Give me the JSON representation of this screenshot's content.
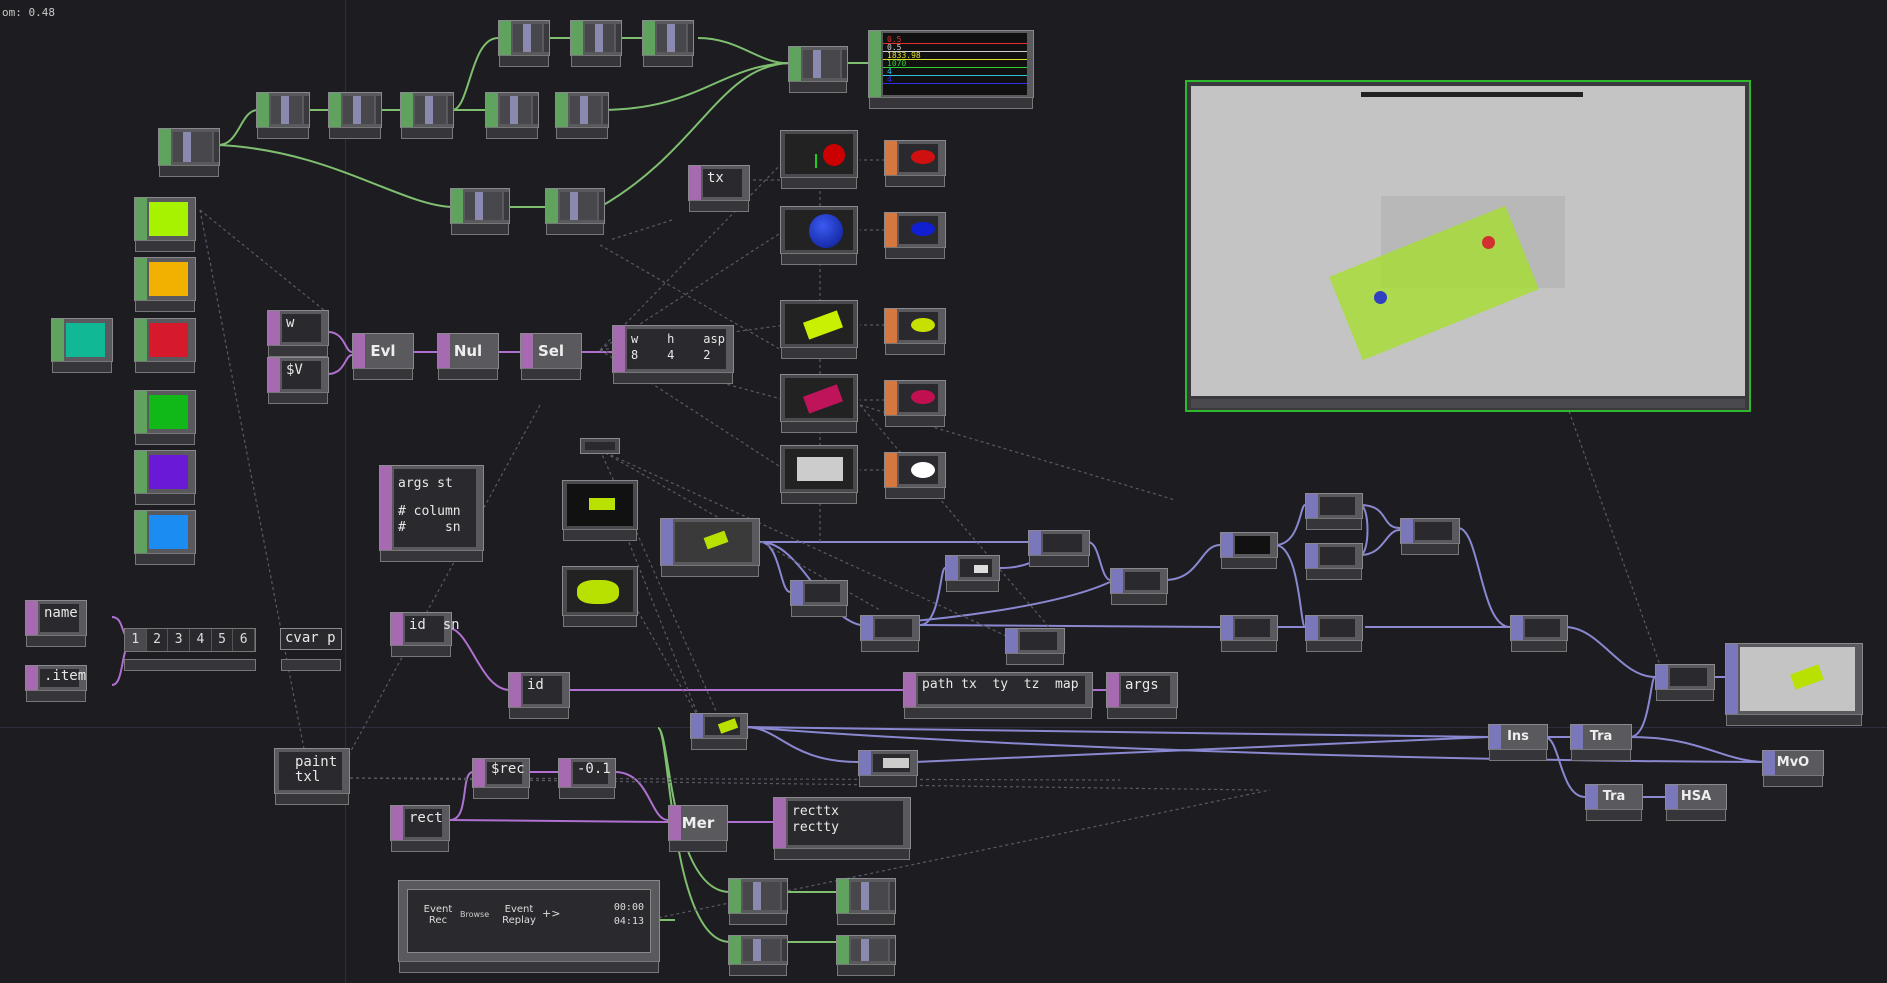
{
  "zoom_text": "om: 0.48",
  "texts": {
    "tx_label": "tx",
    "w_label": "w",
    "v_label": "$V",
    "evl": "Evl",
    "nul": "Nul",
    "sel": "Sel",
    "w_h_asp": "w    h    asp",
    "w_h_vals": "8    4    2",
    "args_st": "args st",
    "column": "# column",
    "sn": "#     sn",
    "name": "name",
    "item": ".item",
    "cvar": "cvar p",
    "id_sn": "id  sn",
    "id": "id",
    "paths": "path tx  ty  tz  map",
    "args": "args",
    "ins": "Ins",
    "tra1": "Tra",
    "tra2": "Tra",
    "hsa": "HSA",
    "mvo": "MvO",
    "paint": "paint",
    "txl": "txl",
    "rec": "$rec",
    "neg": "-0.1",
    "rect": "rect",
    "mer": "Mer",
    "recttx": "recttx",
    "rectty": "rectty",
    "event_rec": "Event Rec",
    "browse": "Browse",
    "event_replay": "Event Replay",
    "time1": "00:00",
    "time2": "04:13",
    "plus": "+>"
  },
  "selector": [
    "1",
    "2",
    "3",
    "4",
    "5",
    "6"
  ],
  "colors": {
    "swatch_lime": "#a6f200",
    "swatch_yellow": "#f2b000",
    "swatch_teal": "#10b896",
    "swatch_red": "#d61a2c",
    "swatch_green": "#10b818",
    "swatch_purple": "#6a1ad6",
    "swatch_blue": "#1a8cf2",
    "wire_chop": "#7fbf6f",
    "wire_dat": "#b070d0",
    "wire_top": "#8a88d0",
    "viewer_border": "#2eb82e"
  },
  "channel_readout": [
    "0.5",
    "0.5",
    "1833.98",
    "1070",
    "4",
    "4"
  ]
}
